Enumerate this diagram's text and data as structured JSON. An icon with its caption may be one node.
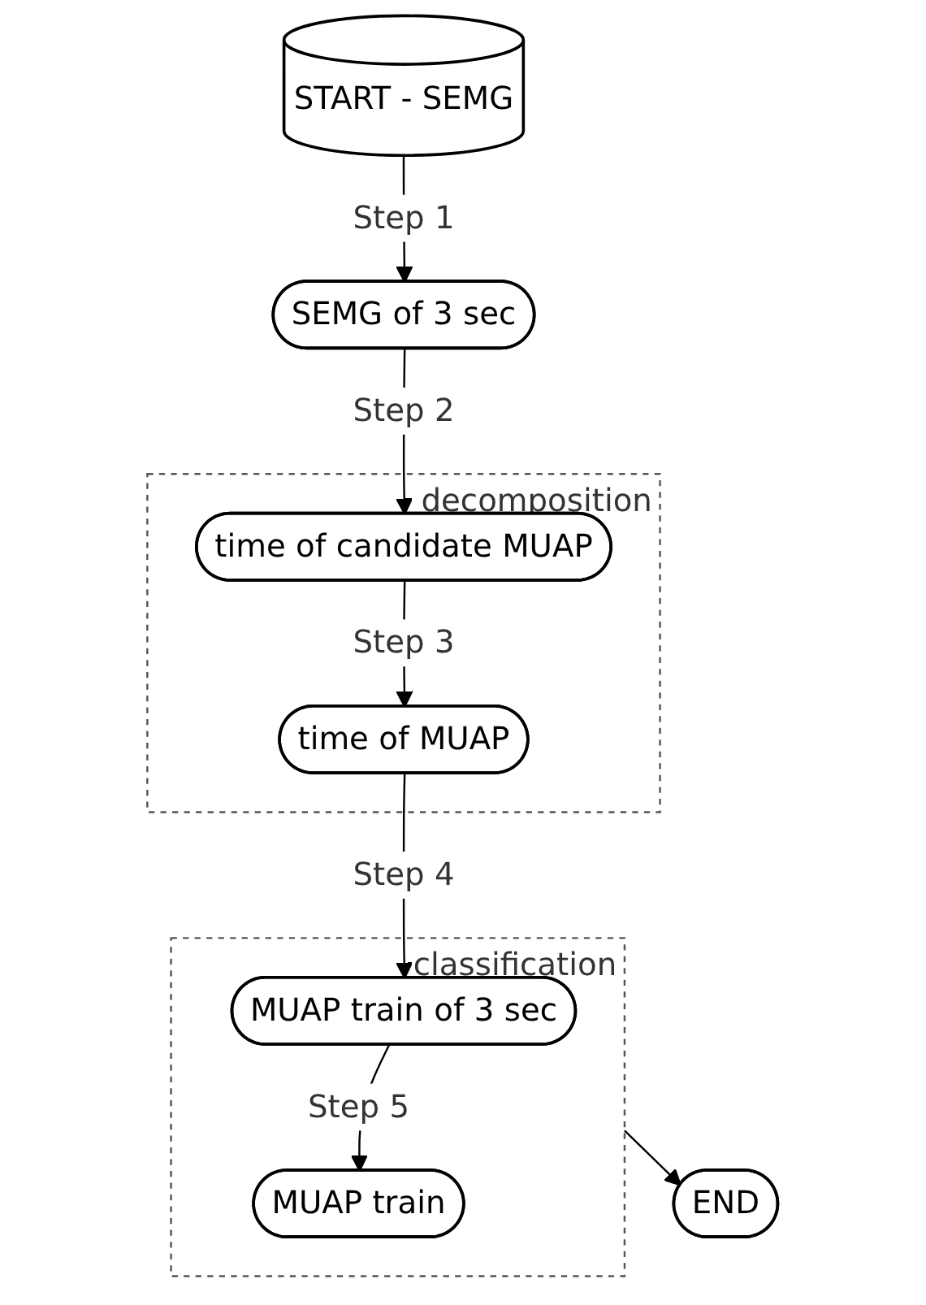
{
  "diagram": {
    "nodes": [
      {
        "text": [
          "START - SEMG"
        ]
      },
      {
        "text": [
          "SEMG of 3 sec"
        ]
      },
      {
        "text": [
          "decomposition"
        ]
      },
      {
        "text": [
          "time of candidate MUAP"
        ],
        "in": 2
      },
      {
        "text": [
          "time of MUAP"
        ],
        "in": 2
      },
      {
        "text": [
          "classification"
        ]
      },
      {
        "text": [
          "MUAP train of 3 sec"
        ],
        "in": 5
      },
      {
        "text": [
          "MUAP train"
        ],
        "in": 5
      },
      {
        "text": [
          "END"
        ]
      }
    ],
    "edges": [
      {
        "from": 0,
        "to": 1,
        "arrow": "to",
        "label": "Step 1"
      },
      {
        "from": 1,
        "to": 3,
        "arrow": "to",
        "label": "Step 2"
      },
      {
        "from": 3,
        "to": 4,
        "arrow": "to",
        "label": "Step 3"
      },
      {
        "from": 4,
        "to": 6,
        "arrow": "to",
        "label": "Step 4"
      },
      {
        "from": 6,
        "to": 7,
        "arrow": "to",
        "label": "Step 5"
      },
      {
        "from": 5,
        "to": 8,
        "arrow": "to"
      }
    ]
  }
}
